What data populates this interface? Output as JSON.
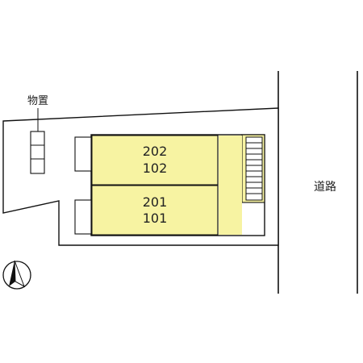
{
  "labels": {
    "storage": "物置",
    "road": "道路"
  },
  "units": {
    "upper": [
      "202",
      "102"
    ],
    "lower": [
      "201",
      "101"
    ]
  },
  "icons": {
    "compass": "north-arrow-icon"
  },
  "colors": {
    "unit_fill": "#f7f3a2",
    "line": "#111111"
  }
}
